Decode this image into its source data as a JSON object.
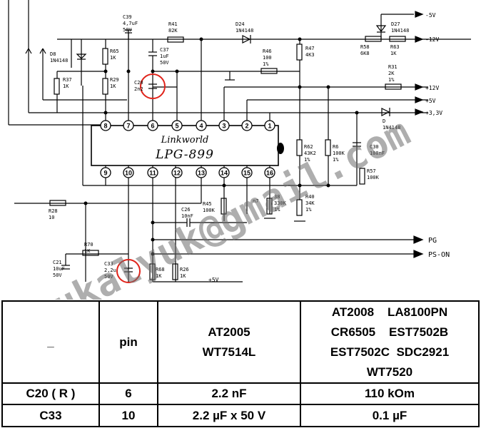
{
  "schematic": {
    "chip": {
      "brand": "Linkworld",
      "model": "LPG-899",
      "top_pins": [
        "8",
        "7",
        "6",
        "5",
        "4",
        "3",
        "2",
        "1"
      ],
      "bottom_pins": [
        "9",
        "10",
        "11",
        "12",
        "13",
        "14",
        "15",
        "16"
      ]
    },
    "components": {
      "c39": [
        "C39",
        "4,7uF",
        "50V"
      ],
      "r41": [
        "R41",
        "82K"
      ],
      "d24": [
        "D24",
        "1N4148"
      ],
      "d27": [
        "D27",
        "1N4148"
      ],
      "r58": [
        "R58",
        "6K8"
      ],
      "r63": [
        "R63",
        "1K"
      ],
      "d8": [
        "D8",
        "1N4148"
      ],
      "r65": [
        "R65",
        "1K"
      ],
      "c37": [
        "C37",
        "1uF",
        "50V"
      ],
      "r46": [
        "R46",
        "100",
        "1%"
      ],
      "r47": [
        "R47",
        "4K3"
      ],
      "r31": [
        "R31",
        "2K",
        "1%"
      ],
      "r37": [
        "R37",
        "1K"
      ],
      "r29": [
        "R29",
        "1K"
      ],
      "c20": [
        "C20",
        "2n2"
      ],
      "r62": [
        "R62",
        "43K2",
        "1%"
      ],
      "r6x": [
        "R6",
        "100K",
        "1%"
      ],
      "c30": [
        "C30",
        "100nF"
      ],
      "d_ps": [
        "D",
        "1N4148"
      ],
      "r57": [
        "R57",
        "100K"
      ],
      "r28": [
        "R28",
        "10"
      ],
      "r45": [
        "R45",
        "100K"
      ],
      "r38": [
        "38",
        "330K",
        "1%"
      ],
      "r40": [
        "R40",
        "34K",
        "1%"
      ],
      "c26": [
        "C26",
        "10nF"
      ],
      "r70": [
        "R70",
        "1K"
      ],
      "c21": [
        "C21",
        "10uF",
        "50V"
      ],
      "c33": [
        "C33",
        "2,2u",
        "50V"
      ],
      "r68": [
        "R68",
        "1K"
      ],
      "r26": [
        "R26",
        "1K"
      ],
      "c_n7": [
        "n7"
      ]
    },
    "rails": {
      "minus5": "-5V",
      "minus12": "-12V",
      "plus12": "+12V",
      "plus5": "+5V",
      "plus33": "+3,3V",
      "pg": "PG",
      "pson": "PS-ON",
      "plus5_bottom": "+5V"
    },
    "watermark": "stukalyuk@gmail.com"
  },
  "table": {
    "header": {
      "col1": "_",
      "col2": "pin",
      "col3_lines": [
        "AT2005",
        "WT7514L"
      ],
      "col4_lines": [
        [
          "AT2008",
          "LA8100PN"
        ],
        [
          "CR6505",
          "EST7502B"
        ],
        [
          "EST7502C",
          "SDC2921"
        ],
        [
          "WT7520"
        ]
      ]
    },
    "rows": [
      {
        "part": "C20 ( R )",
        "pin": "6",
        "value_a": "2.2 nF",
        "value_b": "110 kOm"
      },
      {
        "part": "C33",
        "pin": "10",
        "value_a": "2.2 µF x 50 V",
        "value_b": "0.1 µF"
      }
    ]
  },
  "colors": {
    "ink": "#000000",
    "highlight": "#e0231a",
    "watermark": "#6d6d6d"
  }
}
